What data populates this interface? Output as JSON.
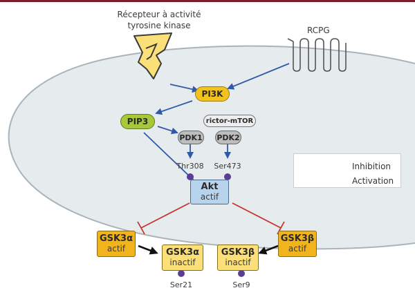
{
  "receptors": {
    "rtk_label_line1": "Récepteur à activité",
    "rtk_label_line2": "tyrosine kinase",
    "gpcr_label": "RCPG"
  },
  "nodes": {
    "pi3k": "PI3K",
    "pip3": "PIP3",
    "rictor_mtor": "rictor-mTOR",
    "pdk1": "PDK1",
    "pdk2": "PDK2"
  },
  "sites": {
    "thr308": "Thr308",
    "ser473": "Ser473",
    "ser21": "Ser21",
    "ser9": "Ser9"
  },
  "akt": {
    "name": "Akt",
    "state": "actif"
  },
  "gsk3a_active": {
    "name": "GSK3α",
    "state": "actif"
  },
  "gsk3b_active": {
    "name": "GSK3β",
    "state": "actif"
  },
  "gsk3a_inactive": {
    "name": "GSK3α",
    "state": "inactif"
  },
  "gsk3b_inactive": {
    "name": "GSK3β",
    "state": "inactif"
  },
  "legend": {
    "inhibition": "Inhibition",
    "activation": "Activation"
  },
  "colors": {
    "activation_arrow": "#2e5aa8",
    "inhibition_line": "#c8322f",
    "top_rule": "#7a1e2e",
    "cell_fill": "#e6ebee",
    "cell_border": "#a8b4ba",
    "pi3k_fill": "#f4c21c",
    "pip3_fill": "#a6c83a",
    "pdk_fill": "#bdbdbd",
    "rictor_fill": "#eeeeee",
    "akt_fill": "#b8d4ec",
    "gsk_active_fill": "#f2b41c",
    "gsk_inactive_fill": "#fbe07a",
    "phospho_dot": "#5a3e96"
  }
}
